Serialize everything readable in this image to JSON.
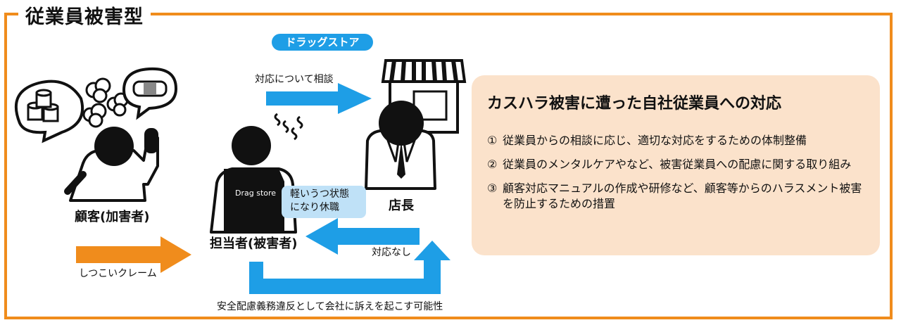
{
  "title": "従業員被害型",
  "store_label": "ドラッグストア",
  "labels": {
    "customer": "顧客(加害者)",
    "employee": "担当者(被害者)",
    "manager": "店長",
    "shirt_text": "Drag store",
    "consult": "対応について相談",
    "no_response": "対応なし",
    "complaint": "しつこいクレーム",
    "lawsuit": "安全配慮義務違反として会社に訴えを起こす可能性",
    "condition": "軽いうつ状態\nになり休職"
  },
  "panel": {
    "title": "カスハラ被害に遭った自社従業員への対応",
    "items": [
      {
        "num": "①",
        "text": "従業員からの相談に応じ、適切な対応をするための体制整備"
      },
      {
        "num": "②",
        "text": "従業員のメンタルケアやなど、被害従業員への配慮に関する取り組み"
      },
      {
        "num": "③",
        "text": "顧客対応マニュアルの作成や研修など、顧客等からのハラスメント被害を防止するための措置"
      }
    ]
  },
  "colors": {
    "frame": "#f08c1c",
    "blue_arrow": "#1e9ee6",
    "orange_arrow": "#f08c1c",
    "panel": "#fbe2cb",
    "note": "#bfe1f7"
  },
  "icons": [
    "toilet-paper-icon",
    "bandage-icon",
    "anger-cloud-icon",
    "store-icon",
    "sweat-icon"
  ]
}
